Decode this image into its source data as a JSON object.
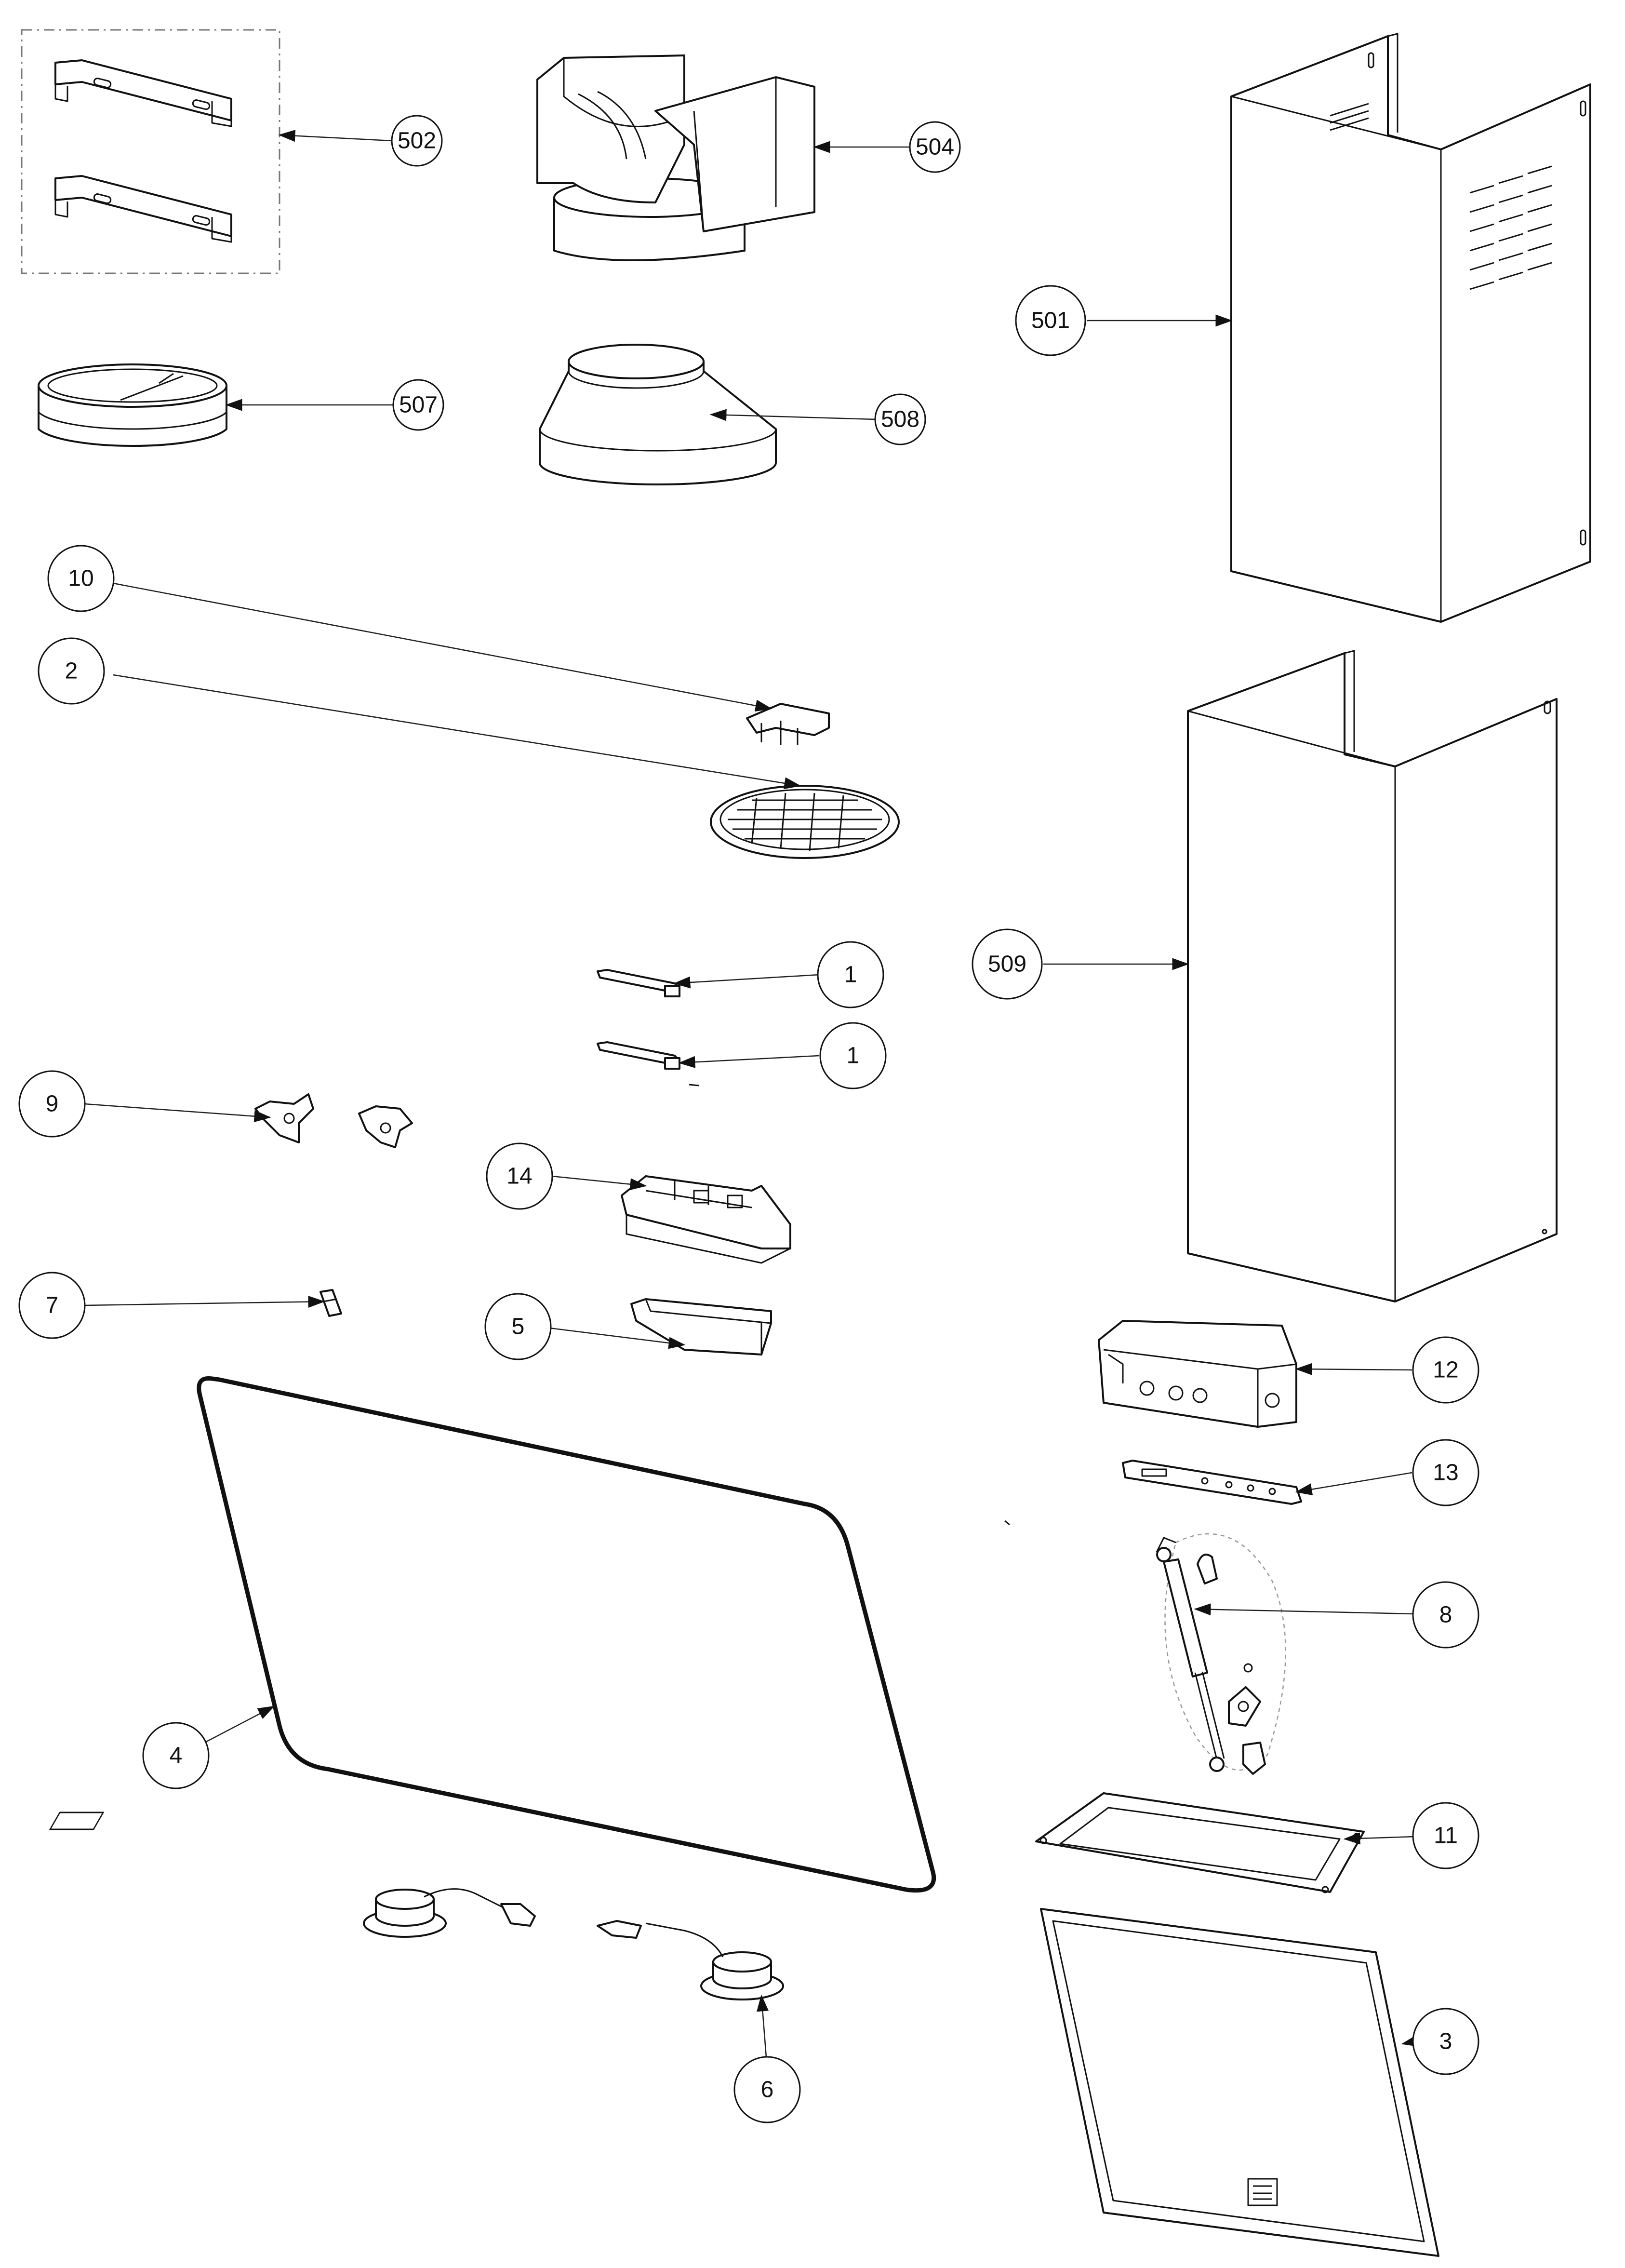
{
  "diagram": {
    "colors": {
      "line": "#111111",
      "background": "#ffffff",
      "group_box": "#777777"
    },
    "callouts": [
      {
        "id": "c502",
        "label": "502",
        "part": "wall-brackets"
      },
      {
        "id": "c504",
        "label": "504",
        "part": "air-outlet-connector"
      },
      {
        "id": "c501",
        "label": "501",
        "part": "upper-chimney-cover"
      },
      {
        "id": "c507",
        "label": "507",
        "part": "collar-ring"
      },
      {
        "id": "c508",
        "label": "508",
        "part": "reducer-adapter"
      },
      {
        "id": "c10",
        "label": "10",
        "part": "clip"
      },
      {
        "id": "c2",
        "label": "2",
        "part": "round-grille"
      },
      {
        "id": "c509",
        "label": "509",
        "part": "lower-chimney-cover"
      },
      {
        "id": "c1a",
        "label": "1",
        "part": "filter-latch"
      },
      {
        "id": "c1b",
        "label": "1",
        "part": "filter-latch"
      },
      {
        "id": "c9",
        "label": "9",
        "part": "hinge-brackets"
      },
      {
        "id": "c14",
        "label": "14",
        "part": "control-box"
      },
      {
        "id": "c7",
        "label": "7",
        "part": "switch"
      },
      {
        "id": "c5",
        "label": "5",
        "part": "junction-box"
      },
      {
        "id": "c12",
        "label": "12",
        "part": "motor-control-box"
      },
      {
        "id": "c13",
        "label": "13",
        "part": "control-panel"
      },
      {
        "id": "c8",
        "label": "8",
        "part": "gas-spring-kit"
      },
      {
        "id": "c4",
        "label": "4",
        "part": "glass-panel"
      },
      {
        "id": "c11",
        "label": "11",
        "part": "carbon-filter-frame"
      },
      {
        "id": "c3",
        "label": "3",
        "part": "grease-filter"
      },
      {
        "id": "c6",
        "label": "6",
        "part": "led-lamp"
      }
    ]
  }
}
